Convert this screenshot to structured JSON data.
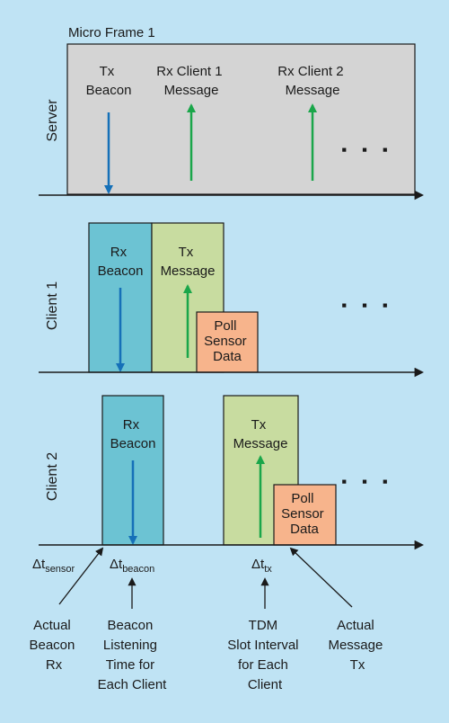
{
  "colors": {
    "background": "#bfe3f4",
    "server_box": "#d4d4d4",
    "beacon_box": "#6cc3d3",
    "message_box": "#c8dca0",
    "sensor_box": "#f7b48c",
    "beacon_arrow": "#1570b8",
    "message_arrow": "#1aa64a",
    "axis": "#1a1a1a"
  },
  "frame": {
    "title": "Micro Frame 1"
  },
  "rows": {
    "server": {
      "label": "Server"
    },
    "client1": {
      "label": "Client 1"
    },
    "client2": {
      "label": "Client 2"
    }
  },
  "server": {
    "tx_beacon": [
      "Tx",
      "Beacon"
    ],
    "rx_client1": [
      "Rx Client 1",
      "Message"
    ],
    "rx_client2": [
      "Rx Client 2",
      "Message"
    ]
  },
  "client1": {
    "rx_beacon": [
      "Rx",
      "Beacon"
    ],
    "tx_message": [
      "Tx",
      "Message"
    ],
    "poll_sensor": [
      "Poll",
      "Sensor",
      "Data"
    ]
  },
  "client2": {
    "rx_beacon": [
      "Rx",
      "Beacon"
    ],
    "tx_message": [
      "Tx",
      "Message"
    ],
    "poll_sensor": [
      "Poll",
      "Sensor",
      "Data"
    ]
  },
  "continuation": "▪ ▪ ▪",
  "intervals": {
    "sensor": {
      "delta": "Δt",
      "sub": "sensor"
    },
    "beacon": {
      "delta": "Δt",
      "sub": "beacon"
    },
    "tx": {
      "delta": "Δt",
      "sub": "tx"
    }
  },
  "annotations": {
    "actual_beacon_rx": [
      "Actual",
      "Beacon",
      "Rx"
    ],
    "beacon_listening": [
      "Beacon",
      "Listening",
      "Time for",
      "Each Client"
    ],
    "tdm_slot": [
      "TDM",
      "Slot Interval",
      "for Each",
      "Client"
    ],
    "actual_message_tx": [
      "Actual",
      "Message",
      "Tx"
    ]
  }
}
